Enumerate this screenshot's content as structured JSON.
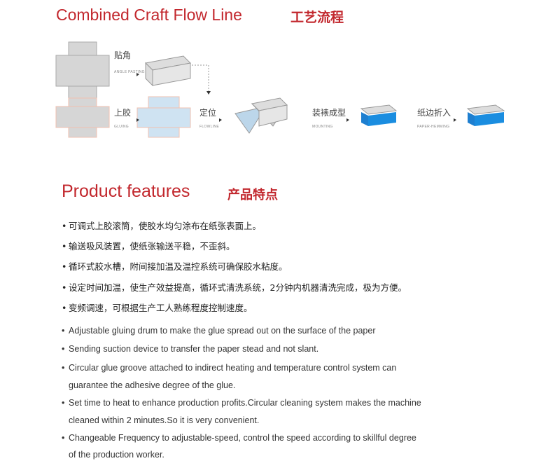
{
  "header": {
    "title": "Combined Craft Flow Line",
    "title_cn": "工艺流程"
  },
  "flow": {
    "steps": [
      {
        "cn": "贴角",
        "en": "ANGLE PASTING"
      },
      {
        "cn": "上胶",
        "en": "GLUING"
      },
      {
        "cn": "定位",
        "en": "FLOWLINE"
      },
      {
        "cn": "装裱成型",
        "en": "MOUNTING"
      },
      {
        "cn": "纸边折入",
        "en": "PAPER-HEMMING"
      }
    ]
  },
  "features": {
    "title": "Product features",
    "title_cn": "产品特点",
    "cn": [
      "可调式上胶滚筒，使胶水均匀涂布在纸张表面上。",
      "输送吸风装置，使纸张输送平稳，不歪斜。",
      "循环式胶水槽，附间接加温及温控系统可确保胶水粘度。",
      "设定时间加温，使生产效益提高，循环式清洗系统，2分钟内机器清洗完成，极为方便。",
      "变频调速，可根据生产工人熟练程度控制速度。"
    ],
    "en": [
      [
        "Adjustable gluing drum to make the glue spread out on the surface of the paper"
      ],
      [
        "Sending suction device to transfer the paper stead and not slant."
      ],
      [
        "Circular glue groove attached to indirect heating and temperature control system can",
        "guarantee the adhesive degree of the glue."
      ],
      [
        "Set time to heat to enhance production profits.Circular cleaning system makes the machine",
        "cleaned within 2 minutes.So it is very convenient."
      ],
      [
        "Changeable Frequency to adjustable-speed, control the speed according to skillful degree",
        "of the production worker."
      ]
    ]
  },
  "bullet": "•"
}
